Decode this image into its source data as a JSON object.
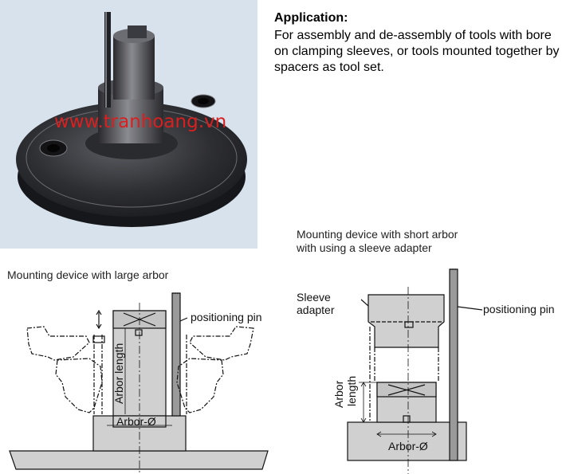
{
  "photo": {
    "watermark": "www.tranhoang.vn"
  },
  "application": {
    "title": "Application:",
    "lines": [
      "For assembly and de-assembly of tools with bore",
      "on clamping sleeves, or tools mounted together by",
      "spacers as tool set."
    ]
  },
  "left_diagram": {
    "caption": "Mounting device with large arbor",
    "positioning_pin": "positioning pin",
    "arbor_length": "Arbor length",
    "arbor_diameter": "Arbor-Ø"
  },
  "right_diagram": {
    "caption_lines": [
      "Mounting device with short arbor",
      "with using a sleeve adapter"
    ],
    "sleeve_adapter_lines": [
      "Sleeve",
      "adapter"
    ],
    "positioning_pin": "positioning pin",
    "arbor_length_lines": [
      "Arbor",
      "length"
    ],
    "arbor_diameter": "Arbor-Ø"
  },
  "colors": {
    "watermark": "#d82020",
    "photo_background": "#d7e2ec",
    "diagram_fill": "#d0d0d0"
  }
}
